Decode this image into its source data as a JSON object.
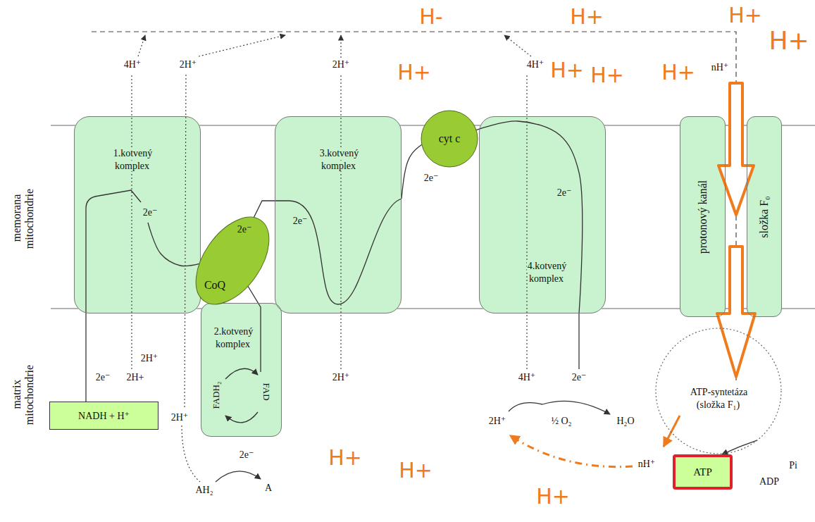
{
  "diagram": {
    "nodes": [
      {
        "text": [
          "1.kotvený komplex",
          "2e⁻"
        ]
      },
      {
        "text": [
          "2e⁻",
          "CoQ"
        ]
      },
      {
        "text": [
          "2.kotvený komplex",
          "FADH₂",
          "FAD"
        ]
      },
      {
        "text": [
          "3.kotvený komplex",
          "2e⁻"
        ]
      },
      {
        "text": [
          "cyt c"
        ]
      },
      {
        "text": [
          "2e⁻",
          "4.kotvený komplex"
        ]
      },
      {
        "text": [
          "protonový kanál"
        ]
      },
      {
        "text": [
          "složka F₀"
        ]
      },
      {
        "text": [
          "ATP-syntetáza (složka F₁)"
        ]
      },
      {
        "text": [
          "NADH + H⁺"
        ]
      },
      {
        "text": [
          "ATP"
        ]
      }
    ],
    "edges": [
      {
        "from": 9,
        "to": 0,
        "arrow": "none"
      },
      {
        "from": 0,
        "to": 1,
        "arrow": "none"
      },
      {
        "from": 2,
        "to": 1,
        "arrow": "none"
      },
      {
        "from": 1,
        "to": 3,
        "arrow": "none"
      },
      {
        "from": 3,
        "to": 4,
        "arrow": "none"
      },
      {
        "from": 4,
        "to": 5,
        "arrow": "none"
      },
      {
        "from": 8,
        "to": 10,
        "arrow": "to"
      }
    ],
    "labels": [
      "H-",
      "H+",
      "H+",
      "H+",
      "4H⁺",
      "2H⁺",
      "2H⁺",
      "4H⁺",
      "nH⁺",
      "H+",
      "H+",
      "H+",
      "H+",
      "2e⁻",
      "memorana mitochondrie",
      "matrix mitochondrie",
      "2H⁺",
      "2e⁻",
      "2H+",
      "2H⁺",
      "4H⁺",
      "2e⁻",
      "2H⁺",
      "2H⁺",
      "½ O₂",
      "H₂O",
      "2e⁻",
      "H+",
      "H+",
      "nH⁺",
      "Pi",
      "AH₂",
      "A",
      "ADP",
      "H+"
    ]
  }
}
